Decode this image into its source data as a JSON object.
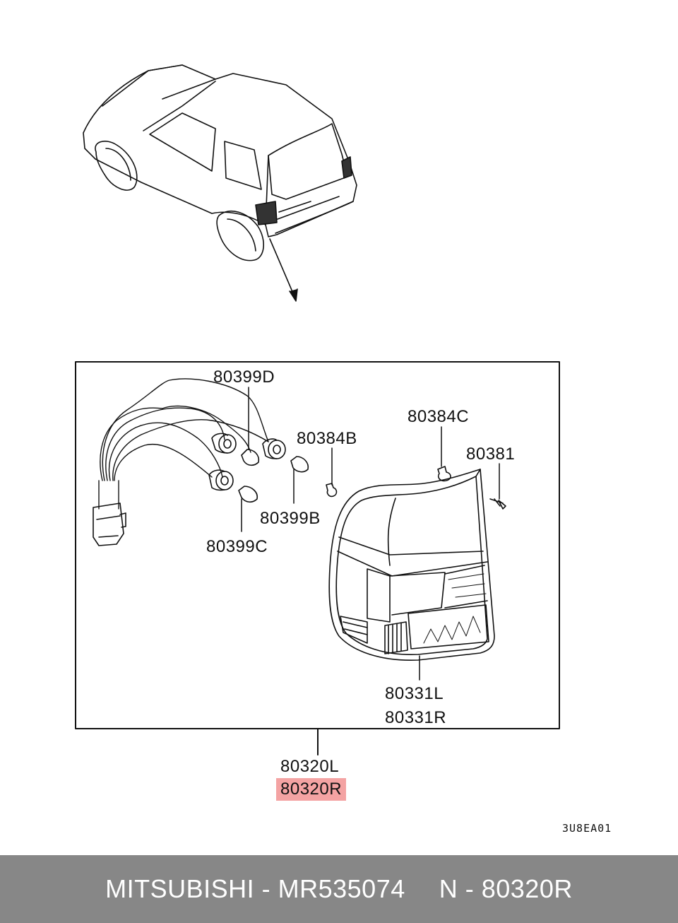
{
  "labels": {
    "p80399D": "80399D",
    "p80384B": "80384B",
    "p80384C": "80384C",
    "p80381": "80381",
    "p80399B": "80399B",
    "p80399C": "80399C",
    "p80331L": "80331L",
    "p80331R": "80331R",
    "p80320L": "80320L",
    "p80320R": "80320R"
  },
  "diagram_code": "3U8EA01",
  "highlight_color": "#f4a3a3",
  "footer": {
    "brand_part": "MITSUBISHI - MR535074",
    "ref": "N - 80320R",
    "bg_color": "#878787"
  }
}
